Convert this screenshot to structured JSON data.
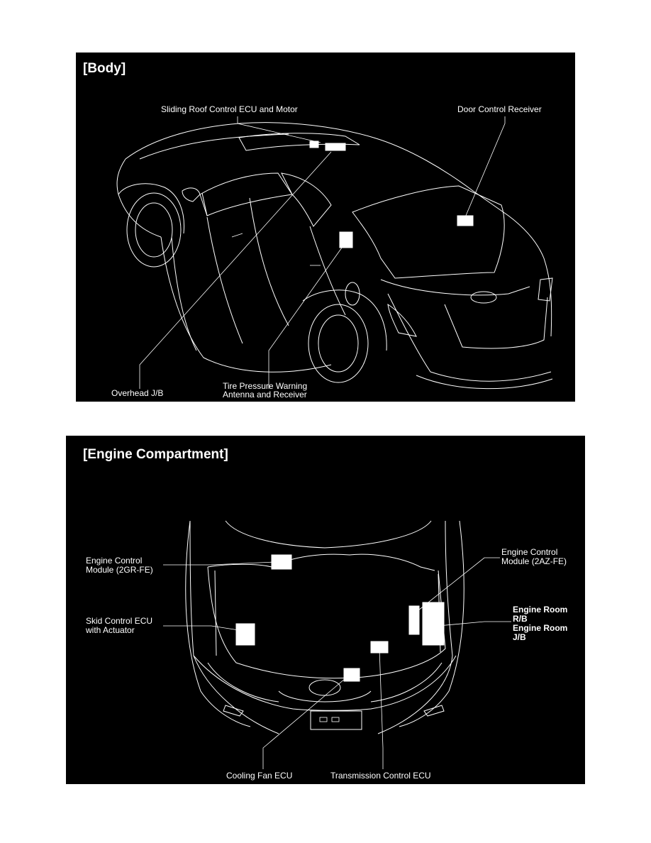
{
  "body_panel": {
    "title": "[Body]",
    "labels": {
      "sliding_roof": "Sliding Roof Control ECU and Motor",
      "door_control": "Door Control Receiver",
      "overhead_jb": "Overhead J/B",
      "tire_pressure_line1": "Tire Pressure Warning",
      "tire_pressure_line2": "Antenna and Receiver"
    }
  },
  "engine_panel": {
    "title": "[Engine Compartment]",
    "labels": {
      "ecm_2gr_line1": "Engine Control",
      "ecm_2gr_line2": "Module (2GR-FE)",
      "ecm_2az_line1": "Engine Control",
      "ecm_2az_line2": "Module (2AZ-FE)",
      "skid_line1": "Skid Control ECU",
      "skid_line2": "with Actuator",
      "room_rb_line1": "Engine Room",
      "room_rb_line2": "R/B",
      "room_jb_line1": "Engine Room",
      "room_jb_line2": "J/B",
      "cooling_fan": "Cooling Fan ECU",
      "transmission": "Transmission Control ECU"
    }
  },
  "colors": {
    "panel_background": "#000000",
    "line_art": "#ffffff",
    "page_background": "#ffffff"
  }
}
